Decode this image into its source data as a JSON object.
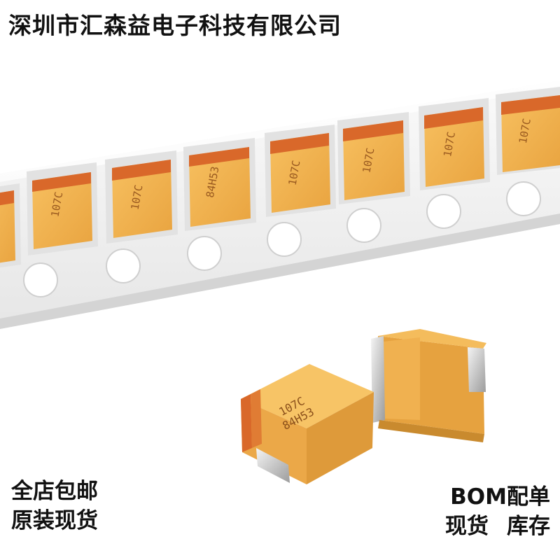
{
  "title": "深圳市汇森益电子科技有限公司",
  "component_marking": {
    "line1": "107C",
    "line2": "84H53"
  },
  "promo_left": {
    "line1": "全店包邮",
    "line2": "原装现货"
  },
  "promo_right": {
    "line1": "BOM配单",
    "line2a": "现货",
    "line2b": "库存"
  },
  "colors": {
    "capacitor_body": "#F2B24E",
    "capacitor_stripe": "#D9682A",
    "tape": "#F3F3F3",
    "terminal": "#C8C8C8"
  }
}
